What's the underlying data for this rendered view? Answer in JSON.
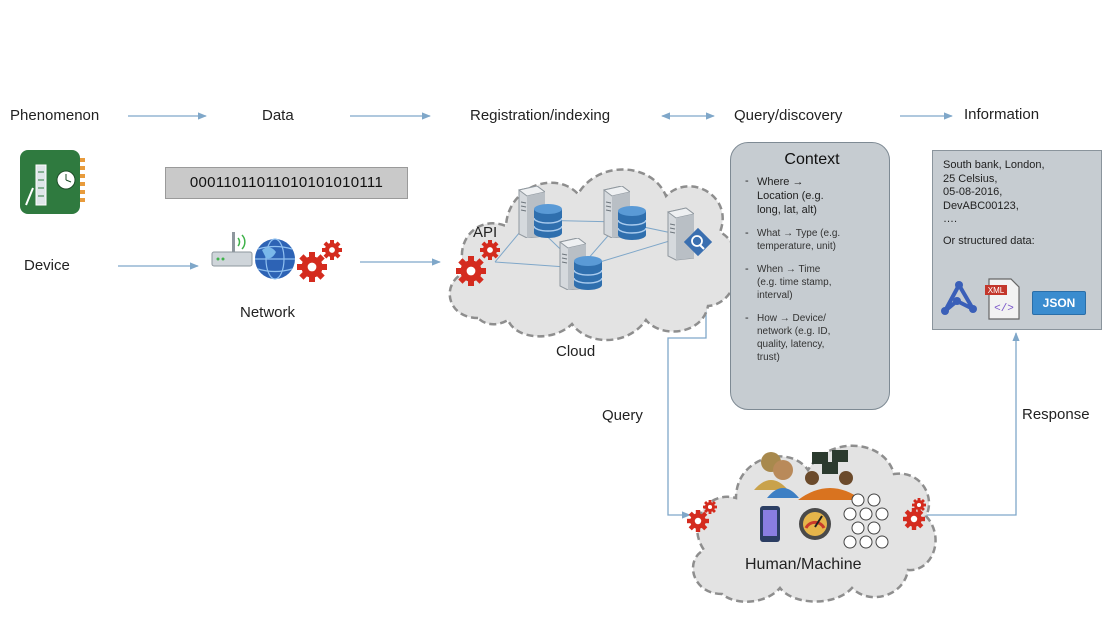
{
  "flow": {
    "phenomenon": "Phenomenon",
    "data": "Data",
    "registration": "Registration/indexing",
    "query_discovery": "Query/discovery",
    "information": "Information"
  },
  "binary": "00011011011010101010111",
  "device": "Device",
  "network": "Network",
  "api": "API",
  "cloud": "Cloud",
  "query": "Query",
  "response": "Response",
  "human_machine": "Human/Machine",
  "context": {
    "title": "Context",
    "items": [
      {
        "line1": "Where →",
        "line2": "Location (e.g.",
        "line3": "long, lat, alt)"
      },
      {
        "line1": "What → Type (e.g.",
        "line2": "temperature, unit)"
      },
      {
        "line1": "When → Time",
        "line2": "(e.g. time stamp,",
        "line3": "interval)"
      },
      {
        "line1": "How → Device/",
        "line2": "network (e.g. ID,",
        "line3": "quality, latency,",
        "line4": "trust)"
      }
    ]
  },
  "information_box": {
    "lines": [
      "South bank, London,",
      "25 Celsius,",
      "05-08-2016,",
      "DevABC00123,",
      "…."
    ],
    "structured": "Or structured data:",
    "xml": "XML",
    "json": "JSON"
  },
  "colors": {
    "arrow": "#7fa7c9",
    "gear": "#d42b1e",
    "context_bg": "#c6ccd1",
    "cloud_fill": "#e3e3e3",
    "json_btn": "#3a8ccf"
  }
}
